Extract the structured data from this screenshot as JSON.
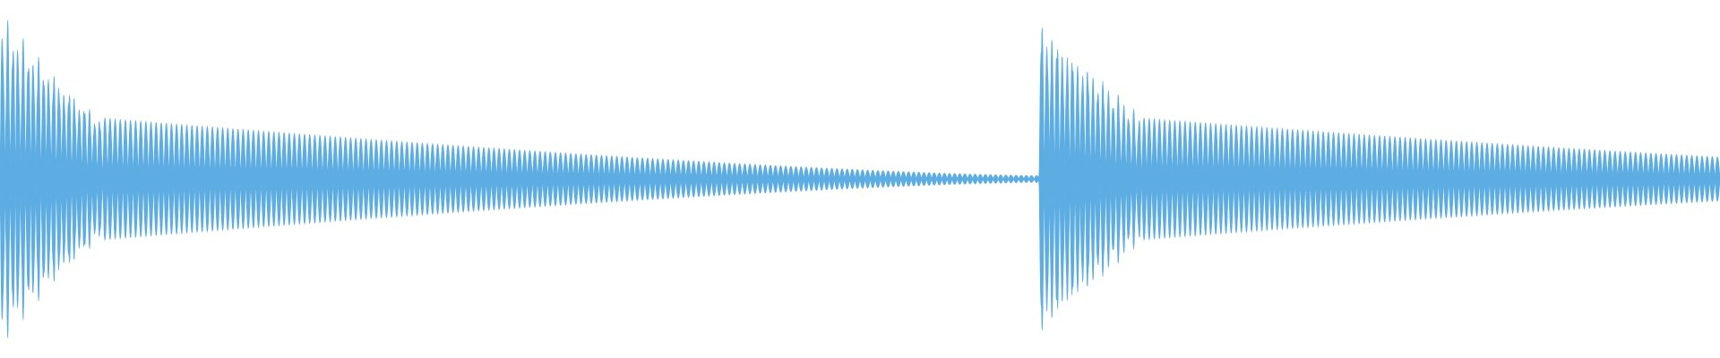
{
  "waveform": {
    "color": "#5dade2",
    "background": "#ffffff",
    "sound_events": [
      {
        "onset_fraction": 0.0,
        "peak_amplitude": 0.96,
        "sustain_amplitude": 0.26,
        "tail_amplitude": 0.02
      },
      {
        "onset_fraction": 0.604,
        "peak_amplitude": 0.98,
        "sustain_amplitude": 0.26,
        "tail_amplitude": 0.05
      }
    ],
    "cycles_visible": 168
  }
}
